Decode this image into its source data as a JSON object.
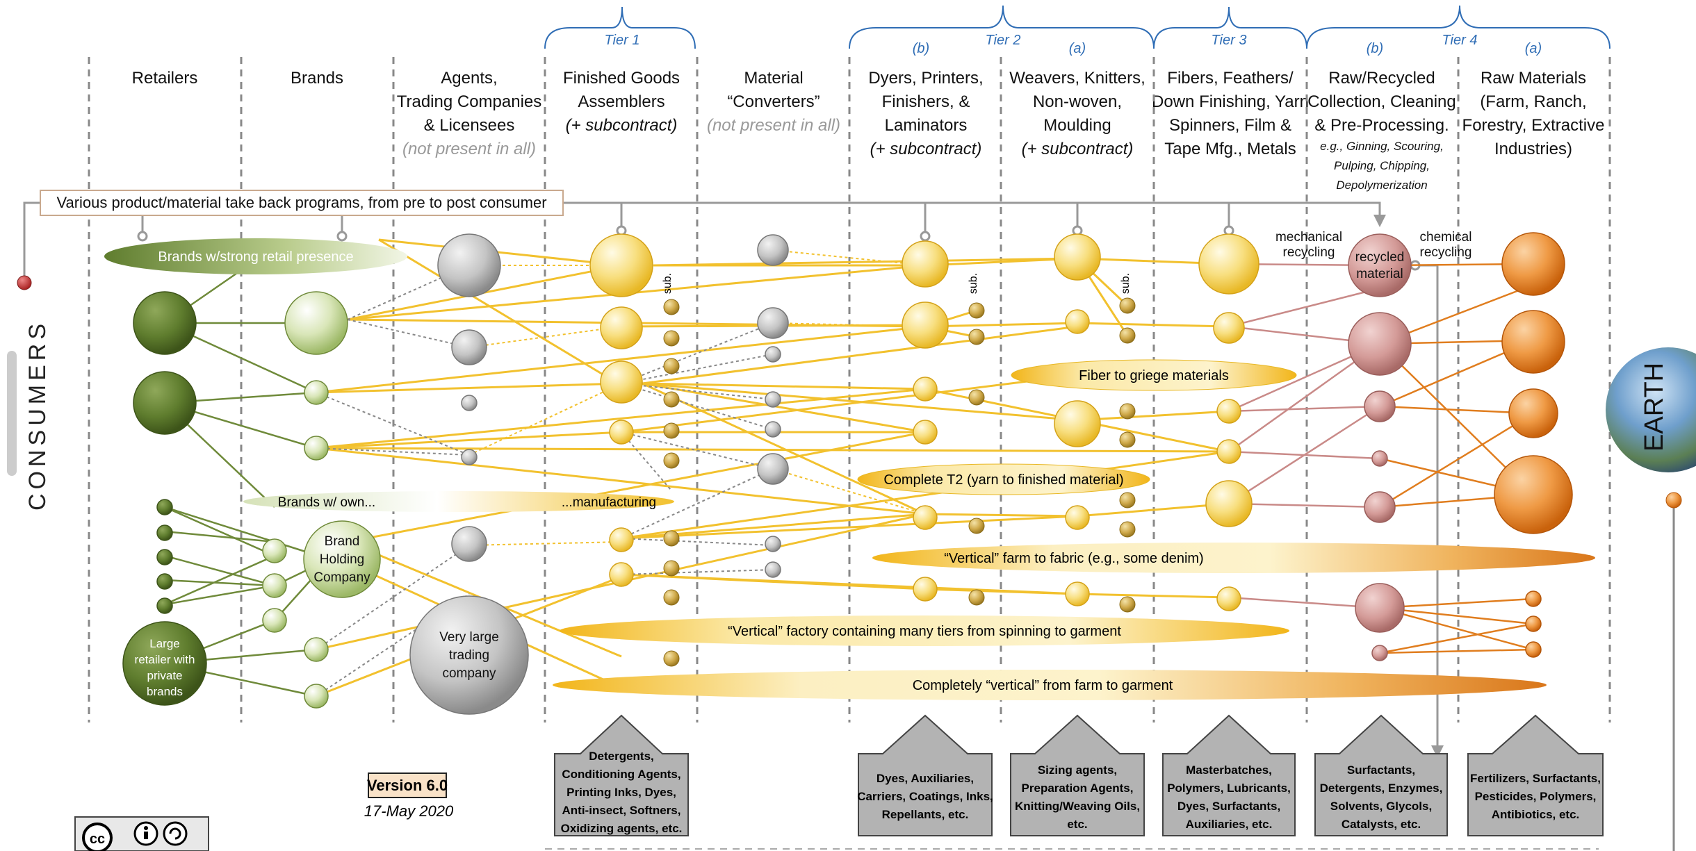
{
  "consumers_label": "CONSUMERS",
  "earth_label": "EARTH",
  "tiers": [
    {
      "label": "Tier 1"
    },
    {
      "label": "Tier 2",
      "sub_b": "(b)",
      "sub_a": "(a)"
    },
    {
      "label": "Tier 3"
    },
    {
      "label": "Tier 4",
      "sub_b": "(b)",
      "sub_a": "(a)"
    }
  ],
  "columns": [
    {
      "lines": [
        "Retailers"
      ]
    },
    {
      "lines": [
        "Brands"
      ]
    },
    {
      "lines": [
        "Agents,",
        "Trading Companies",
        "& Licensees"
      ],
      "note": "(not present in all)"
    },
    {
      "lines": [
        "Finished Goods",
        "Assemblers"
      ],
      "italic": "(+ subcontract)"
    },
    {
      "lines": [
        "Material",
        "“Converters”"
      ],
      "note": "(not present in all)"
    },
    {
      "lines": [
        "Dyers, Printers,",
        "Finishers, &",
        "Laminators"
      ],
      "italic": "(+ subcontract)"
    },
    {
      "lines": [
        "Weavers, Knitters,",
        "Non-woven,",
        "Moulding"
      ],
      "italic": "(+ subcontract)"
    },
    {
      "lines": [
        "Fibers, Feathers/",
        "Down Finishing, Yarn",
        "Spinners, Film &",
        "Tape Mfg., Metals"
      ]
    },
    {
      "lines": [
        "Raw/Recycled",
        "Collection, Cleaning",
        "& Pre-Processing."
      ],
      "small": [
        "e.g., Ginning, Scouring,",
        "Pulping, Chipping,",
        "Depolymerization"
      ]
    },
    {
      "lines": [
        "Raw Materials",
        "(Farm, Ranch,",
        "Forestry, Extractive",
        "Industries)"
      ]
    }
  ],
  "takeback": "Various product/material take back programs, from pre to post consumer",
  "labels": {
    "mechanical": [
      "mechanical",
      "recycling"
    ],
    "chemical": [
      "chemical",
      "recycling"
    ],
    "recycled": [
      "recycled",
      "material"
    ],
    "sub": "sub.",
    "brands_retail_a": "Brands ",
    "brands_retail_b": "w/strong retail presence",
    "brands_own": "Brands w/ own...",
    "manufacturing": "...manufacturing",
    "brand_holding": [
      "Brand",
      "Holding",
      "Company"
    ],
    "large_retailer": [
      "Large",
      "retailer with",
      "private",
      "brands"
    ],
    "very_large": [
      "Very large",
      "trading",
      "company"
    ]
  },
  "bands": {
    "fiber_griege": "Fiber to griege materials",
    "complete_t2": "Complete T2 (yarn to finished material)",
    "vertical_farm_fabric": "“Vertical” farm to fabric (e.g., some denim)",
    "vertical_factory": "“Vertical” factory containing many tiers from spinning to garment",
    "completely_vertical": "Completely “vertical” from farm to garment"
  },
  "version": "Version 6.0",
  "date": "17-May 2020",
  "chemicals": [
    {
      "lines": [
        "Detergents,",
        "Conditioning Agents,",
        "Printing Inks, Dyes,",
        "Anti-insect, Softners,",
        "Oxidizing agents, etc."
      ]
    },
    {
      "lines": [
        "Dyes, Auxiliaries,",
        "Carriers, Coatings, Inks,",
        "Repellants, etc."
      ]
    },
    {
      "lines": [
        "Sizing agents,",
        "Preparation Agents,",
        "Knitting/Weaving Oils,",
        "etc."
      ]
    },
    {
      "lines": [
        "Masterbatches,",
        "Polymers, Lubricants,",
        "Dyes, Surfactants,",
        "Auxiliaries, etc."
      ]
    },
    {
      "lines": [
        "Surfactants,",
        "Detergents, Enzymes,",
        "Solvents, Glycols,",
        "Catalysts, etc."
      ]
    },
    {
      "lines": [
        "Fertilizers, Surfactants,",
        "Pesticides, Polymers,",
        "Antibiotics, etc."
      ]
    }
  ],
  "license_icon": "creative-commons-by-sa-icon",
  "colors": {
    "yellow": "#f2c12e",
    "green": "#5f7d2e",
    "pink": "#c98a88",
    "orange": "#e07d1e",
    "gray": "#a9a9a9",
    "tier_blue": "#2f6db5"
  }
}
